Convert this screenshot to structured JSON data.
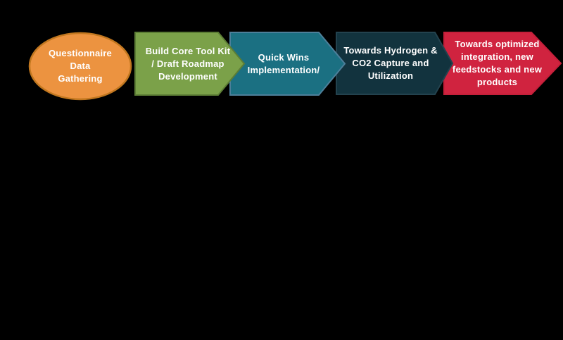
{
  "canvas": {
    "background": "#000000"
  },
  "diagram": {
    "type": "process-flow-roadmap",
    "steps": [
      {
        "id": "step-1",
        "shape": "ellipse",
        "label": "Questionnaire\nData\nGathering",
        "fill": "#EC9340",
        "border": "#C1771F",
        "text_color": "#FFFFFF"
      },
      {
        "id": "step-2",
        "shape": "arrow-right",
        "label": "Build Core Tool Kit\n/ Draft Roadmap\nDevelopment",
        "fill": "#7BA149",
        "border": "#5C7D35",
        "text_color": "#FFFFFF"
      },
      {
        "id": "step-3",
        "shape": "arrow-right",
        "label": "Quick Wins\nImplementation/",
        "fill": "#1B7082",
        "border": "#4D7F9A",
        "text_color": "#FFFFFF"
      },
      {
        "id": "step-4",
        "shape": "arrow-right",
        "label": "Towards Hydrogen &\nCO2 Capture and\nUtilization",
        "fill": "#12333E",
        "border": "#23424E",
        "text_color": "#FFFFFF"
      },
      {
        "id": "step-5",
        "shape": "arrow-right",
        "label": "Towards optimized\nintegration, new\nfeedstocks and new\nproducts",
        "fill": "#D0233F",
        "border": "#C51F3A",
        "text_color": "#FFFFFF"
      }
    ]
  }
}
